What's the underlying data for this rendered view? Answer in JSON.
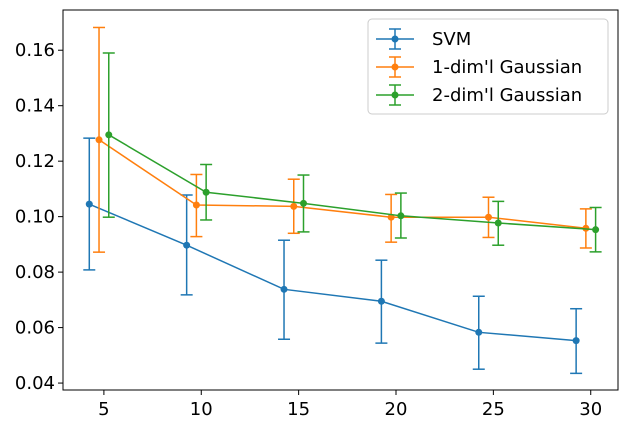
{
  "chart_data": {
    "type": "line",
    "title": "",
    "xlabel": "",
    "ylabel": "",
    "xlim": [
      2.9,
      31.4
    ],
    "ylim": [
      0.0375,
      0.1745
    ],
    "x_ticks": [
      5,
      10,
      15,
      20,
      25,
      30
    ],
    "x_tick_labels": [
      "5",
      "10",
      "15",
      "20",
      "25",
      "30"
    ],
    "y_ticks": [
      0.04,
      0.06,
      0.08,
      0.1,
      0.12,
      0.14,
      0.16
    ],
    "y_tick_labels": [
      "0.04",
      "0.06",
      "0.08",
      "0.10",
      "0.12",
      "0.14",
      "0.16"
    ],
    "grid": false,
    "legend_position": "top-right",
    "series": [
      {
        "name": "SVM",
        "color": "#1f77b4",
        "x": [
          4.25,
          9.25,
          14.25,
          19.25,
          24.25,
          29.25
        ],
        "y": [
          0.1045,
          0.0897,
          0.0738,
          0.0695,
          0.0583,
          0.0553
        ],
        "err_low": [
          0.0808,
          0.0718,
          0.0558,
          0.0544,
          0.045,
          0.0435
        ],
        "err_high": [
          0.1283,
          0.1078,
          0.0915,
          0.0843,
          0.0713,
          0.0668
        ]
      },
      {
        "name": "1-dim'l Gaussian",
        "color": "#ff7f0e",
        "x": [
          4.75,
          9.75,
          14.75,
          19.75,
          24.75,
          29.75
        ],
        "y": [
          0.1277,
          0.1042,
          0.1037,
          0.0998,
          0.0998,
          0.0958
        ],
        "err_low": [
          0.0872,
          0.0928,
          0.094,
          0.0908,
          0.0925,
          0.0887
        ],
        "err_high": [
          0.1682,
          0.1152,
          0.1135,
          0.108,
          0.107,
          0.1028
        ]
      },
      {
        "name": "2-dim'l Gaussian",
        "color": "#2ca02c",
        "x": [
          5.25,
          10.25,
          15.25,
          20.25,
          25.25,
          30.25
        ],
        "y": [
          0.1295,
          0.1088,
          0.1048,
          0.1003,
          0.0977,
          0.0953
        ],
        "err_low": [
          0.0998,
          0.0988,
          0.0945,
          0.0923,
          0.0897,
          0.0873
        ],
        "err_high": [
          0.159,
          0.1188,
          0.115,
          0.1085,
          0.1055,
          0.1033
        ]
      }
    ]
  }
}
